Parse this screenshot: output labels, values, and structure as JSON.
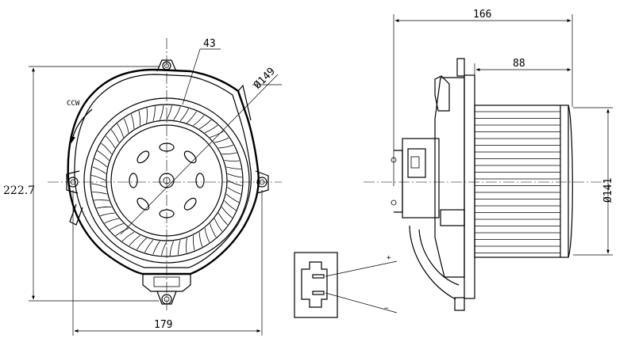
{
  "front_view": {
    "width_dim": "179",
    "height_dim": "222.7",
    "wheel_diameter_dim": "Ø149",
    "outlet_dim": "43",
    "rotation_label": "CCW"
  },
  "side_view": {
    "overall_length_dim": "166",
    "wheel_length_dim": "88",
    "wheel_diameter_dim": "Ø141"
  },
  "connector": {
    "positive_label": "+",
    "negative_label": "−"
  }
}
